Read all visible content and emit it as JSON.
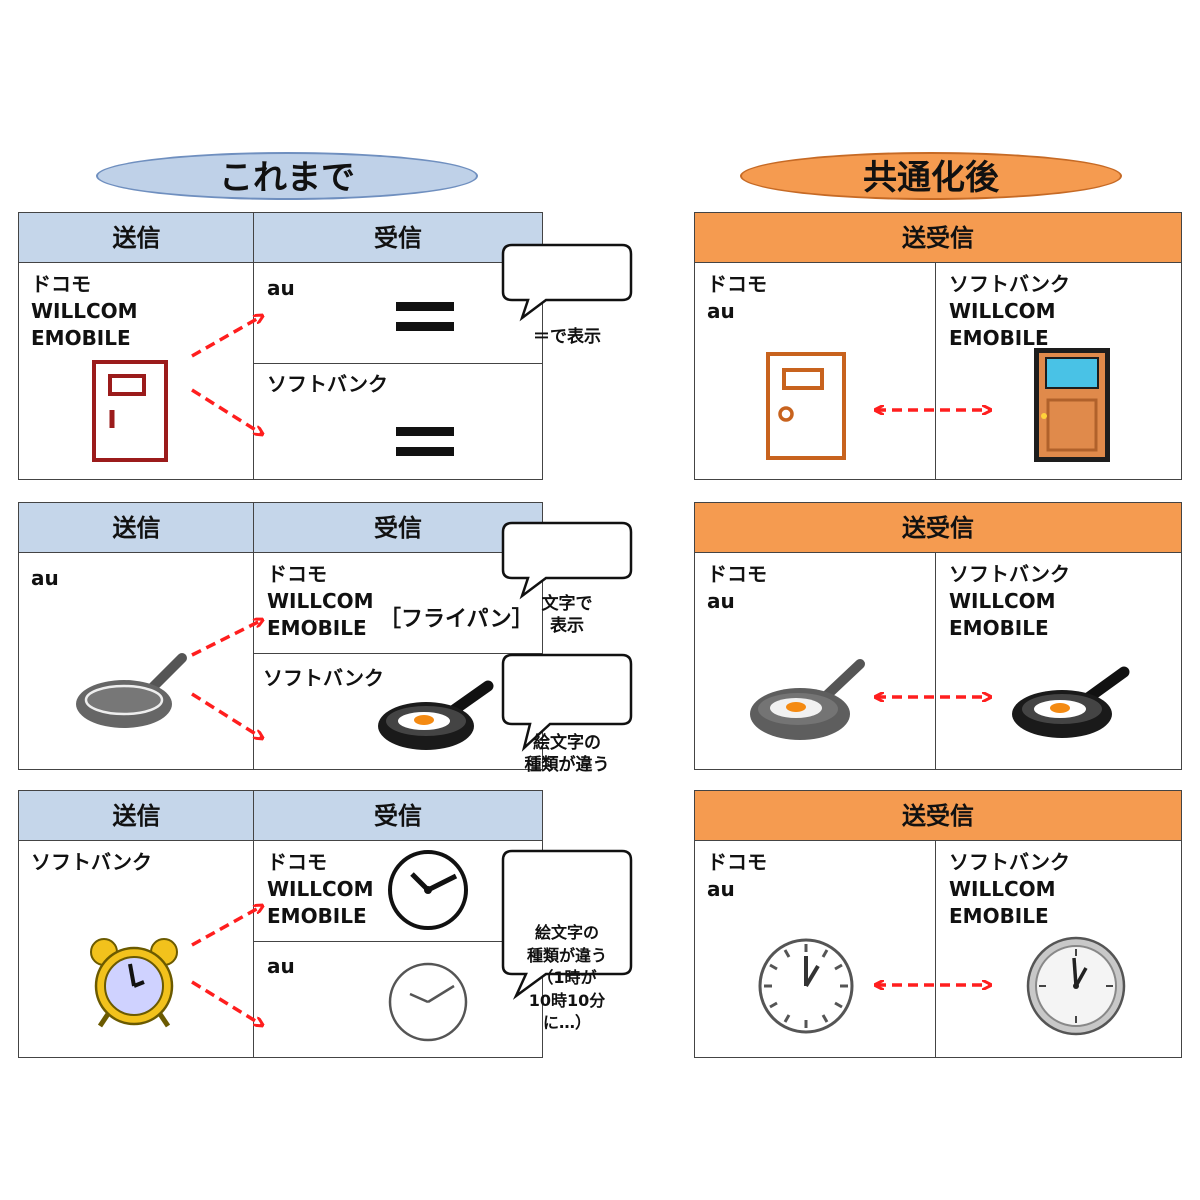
{
  "left_title": "これまで",
  "right_title": "共通化後",
  "send": "送信",
  "receive": "受信",
  "send_receive": "送受信",
  "rows": [
    {
      "left": {
        "sender": "ドコモ\nWILLCOM\nEMOBILE",
        "receiver_top": "au",
        "receiver_bottom": "ソフトバンク",
        "bubble": "＝で表示"
      },
      "right": {
        "col1": "ドコモ\nau",
        "col2": "ソフトバンク\nWILLCOM\nEMOBILE"
      }
    },
    {
      "left": {
        "sender": "au",
        "receiver_top": "ドコモ\nWILLCOM\nEMOBILE",
        "receiver_top_text": "［フライパン］",
        "receiver_bottom": "ソフトバンク",
        "bubble_top": "文字で\n表示",
        "bubble_bottom": "絵文字の\n種類が違う"
      },
      "right": {
        "col1": "ドコモ\nau",
        "col2": "ソフトバンク\nWILLCOM\nEMOBILE"
      }
    },
    {
      "left": {
        "sender": "ソフトバンク",
        "receiver_top": "ドコモ\nWILLCOM\nEMOBILE",
        "receiver_bottom": "au",
        "bubble": "絵文字の\n種類が違う\n（1時が\n10時10分\nに…）"
      },
      "right": {
        "col1": "ドコモ\nau",
        "col2": "ソフトバンク\nWILLCOM\nEMOBILE"
      }
    }
  ],
  "colors": {
    "left_header": "#c5d6ea",
    "right_header": "#f59b50",
    "arrow": "#ff1e1e"
  }
}
